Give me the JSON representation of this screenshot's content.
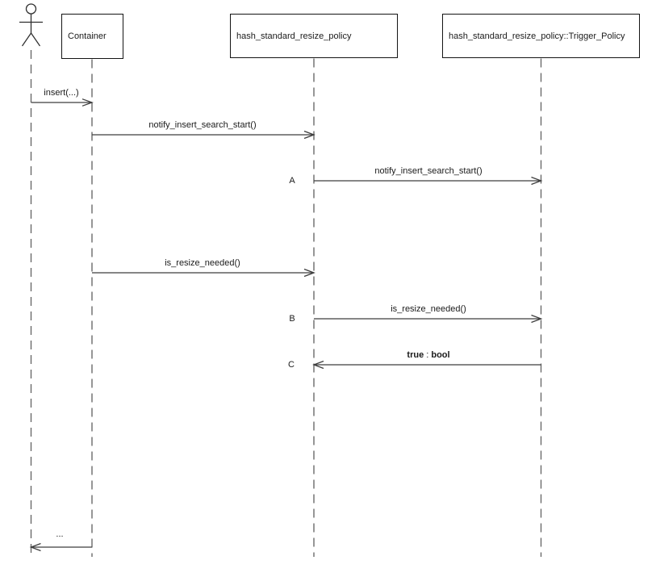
{
  "diagram": {
    "type": "uml-sequence-diagram",
    "colors": {
      "background": "#ffffff",
      "message_line": "#3f3f3f",
      "lifeline": "#6a6a6a",
      "box_border": "#141414",
      "text": "#1b1b1b"
    },
    "lifelines": [
      {
        "id": "actor",
        "kind": "actor",
        "label": ""
      },
      {
        "id": "container",
        "kind": "object",
        "label": "Container"
      },
      {
        "id": "policy",
        "kind": "object",
        "label": "hash_standard_resize_policy"
      },
      {
        "id": "trigger",
        "kind": "object",
        "label": "hash_standard_resize_policy::Trigger_Policy"
      }
    ],
    "messages": [
      {
        "seq": "",
        "label": "insert(...)",
        "from": "actor",
        "to": "Container",
        "direction": "right"
      },
      {
        "seq": "",
        "label": "notify_insert_search_start()",
        "from": "Container",
        "to": "hash_standard_resize_policy",
        "direction": "right"
      },
      {
        "seq": "A",
        "label": "notify_insert_search_start()",
        "from": "hash_standard_resize_policy",
        "to": "hash_standard_resize_policy::Trigger_Policy",
        "direction": "right"
      },
      {
        "seq": "",
        "label": "is_resize_needed()",
        "from": "Container",
        "to": "hash_standard_resize_policy",
        "direction": "right"
      },
      {
        "seq": "B",
        "label": "is_resize_needed()",
        "from": "hash_standard_resize_policy",
        "to": "hash_standard_resize_policy::Trigger_Policy",
        "direction": "right"
      },
      {
        "seq": "C",
        "label": "true : bool",
        "return_value": "true",
        "return_separator": " : ",
        "return_type": "bool",
        "from": "hash_standard_resize_policy::Trigger_Policy",
        "to": "hash_standard_resize_policy",
        "direction": "left"
      },
      {
        "seq": "",
        "label": "...",
        "from": "Container",
        "to": "actor",
        "direction": "left"
      }
    ]
  }
}
